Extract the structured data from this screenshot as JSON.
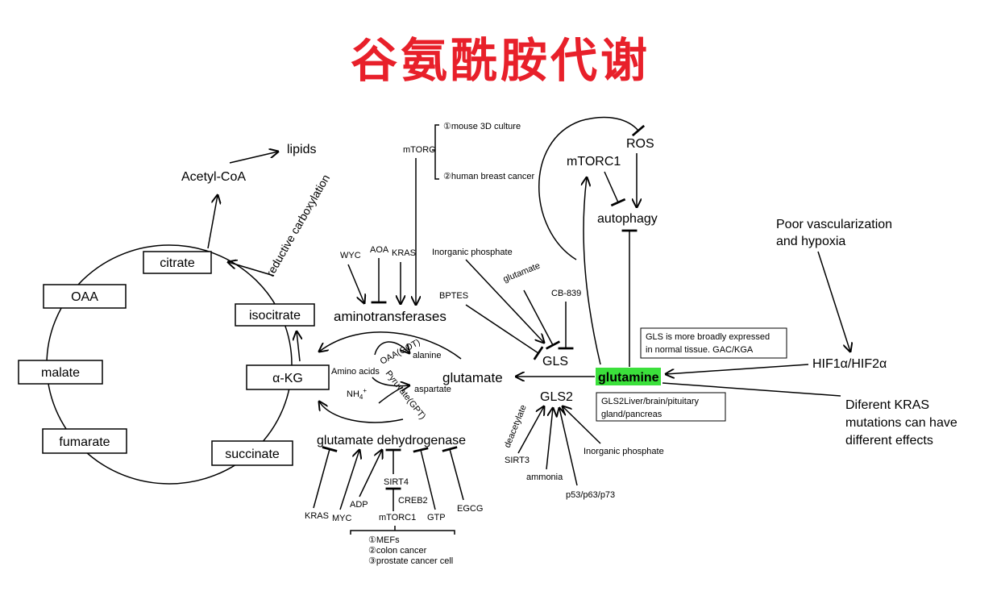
{
  "title": "谷氨酰胺代谢",
  "cycle": {
    "citrate": "citrate",
    "isocitrate": "isocitrate",
    "akg": "α-KG",
    "succinate": "succinate",
    "fumarate": "fumarate",
    "malate": "malate",
    "oaa": "OAA"
  },
  "top_left": {
    "acetyl_coa": "Acetyl-CoA",
    "lipids": "lipids",
    "reductive": "reductive carboxylation"
  },
  "aminotransferase_block": {
    "wyc": "WYC",
    "aoa": "AOA",
    "kras": "KRAS",
    "mtorc": "mTORC",
    "mouse": "①mouse 3D culture",
    "breast": "②human breast cancer",
    "aminotransferases": "aminotransferases",
    "amino_acids": "Amino acids",
    "oaa_got": "OAA(GOT)",
    "pyruvate_gpt": "Pyruvate(GPT)",
    "alanine": "alanine",
    "aspartate": "aspartate",
    "nh4": "NH",
    "nh4_sub": "4",
    "nh4_sup": "+",
    "glutamate": "glutamate"
  },
  "gdh_block": {
    "gdh": "glutamate dehydrogenase",
    "kras": "KRAS",
    "myc": "MYC",
    "adp": "ADP",
    "sirt4": "SIRT4",
    "creb2": "CREB2",
    "mtorc1": "mTORC1",
    "gtp": "GTP",
    "egcg": "EGCG",
    "mefs": "①MEFs",
    "colon": "②colon cancer",
    "prostate": "③prostate cancer cell"
  },
  "gls_block": {
    "inorganic_phosphate": "Inorganic phosphate",
    "bptes": "BPTES",
    "glutamate_reg": "glutamate",
    "cb839": "CB-839",
    "gls": "GLS",
    "gls2": "GLS2",
    "deacetylate": "deacetylate",
    "sirt3": "SIRT3",
    "ammonia": "ammonia",
    "inorganic_phosphate2": "Inorganic phosphate",
    "p53": "p53/p63/p73",
    "note_gls": "GLS is more broadly expressed in normal tissue. GAC/KGA",
    "note_gls_l1": "GLS is more broadly expressed",
    "note_gls_l2": "in normal tissue. GAC/KGA",
    "note_gls2_l1": "GLS2Liver/brain/pituitary",
    "note_gls2_l2": "gland/pancreas"
  },
  "right_block": {
    "ros": "ROS",
    "mtorc1": "mTORC1",
    "autophagy": "autophagy",
    "glutamine": "glutamine",
    "poor_l1": "Poor vascularization",
    "poor_l2": "and hypoxia",
    "hif": "HIF1α/HIF2α",
    "kras_l1": "Diferent KRAS",
    "kras_l2": "mutations can have",
    "kras_l3": "different effects"
  },
  "colors": {
    "title": "#e8202a",
    "highlight": "#3be03b"
  }
}
